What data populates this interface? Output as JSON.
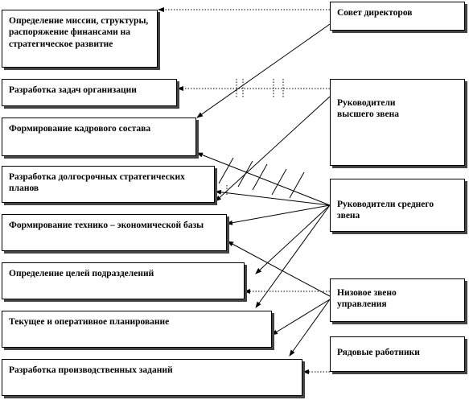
{
  "functions": [
    {
      "id": "f1",
      "label": "Определение миссии, структуры, распоряжение финансами на стратегическое развитие"
    },
    {
      "id": "f2",
      "label": "Разработка задач организации"
    },
    {
      "id": "f3",
      "label": "Формирование кадрового состава"
    },
    {
      "id": "f4",
      "label": "Разработка долгосрочных стратегических планов"
    },
    {
      "id": "f5",
      "label": "Формирование технико – экономической базы"
    },
    {
      "id": "f6",
      "label": "Определение целей подразделений"
    },
    {
      "id": "f7",
      "label": "Текущее и оперативное планирование"
    },
    {
      "id": "f8",
      "label": "Разработка производственных заданий"
    }
  ],
  "actors": [
    {
      "id": "a1",
      "label": "Совет директоров"
    },
    {
      "id": "a2",
      "label": "Руководители высшего звена"
    },
    {
      "id": "a3",
      "label": "Руководители среднего звена"
    },
    {
      "id": "a4",
      "label": "Низовое звено управления"
    },
    {
      "id": "a5",
      "label": "Рядовые работники"
    }
  ]
}
